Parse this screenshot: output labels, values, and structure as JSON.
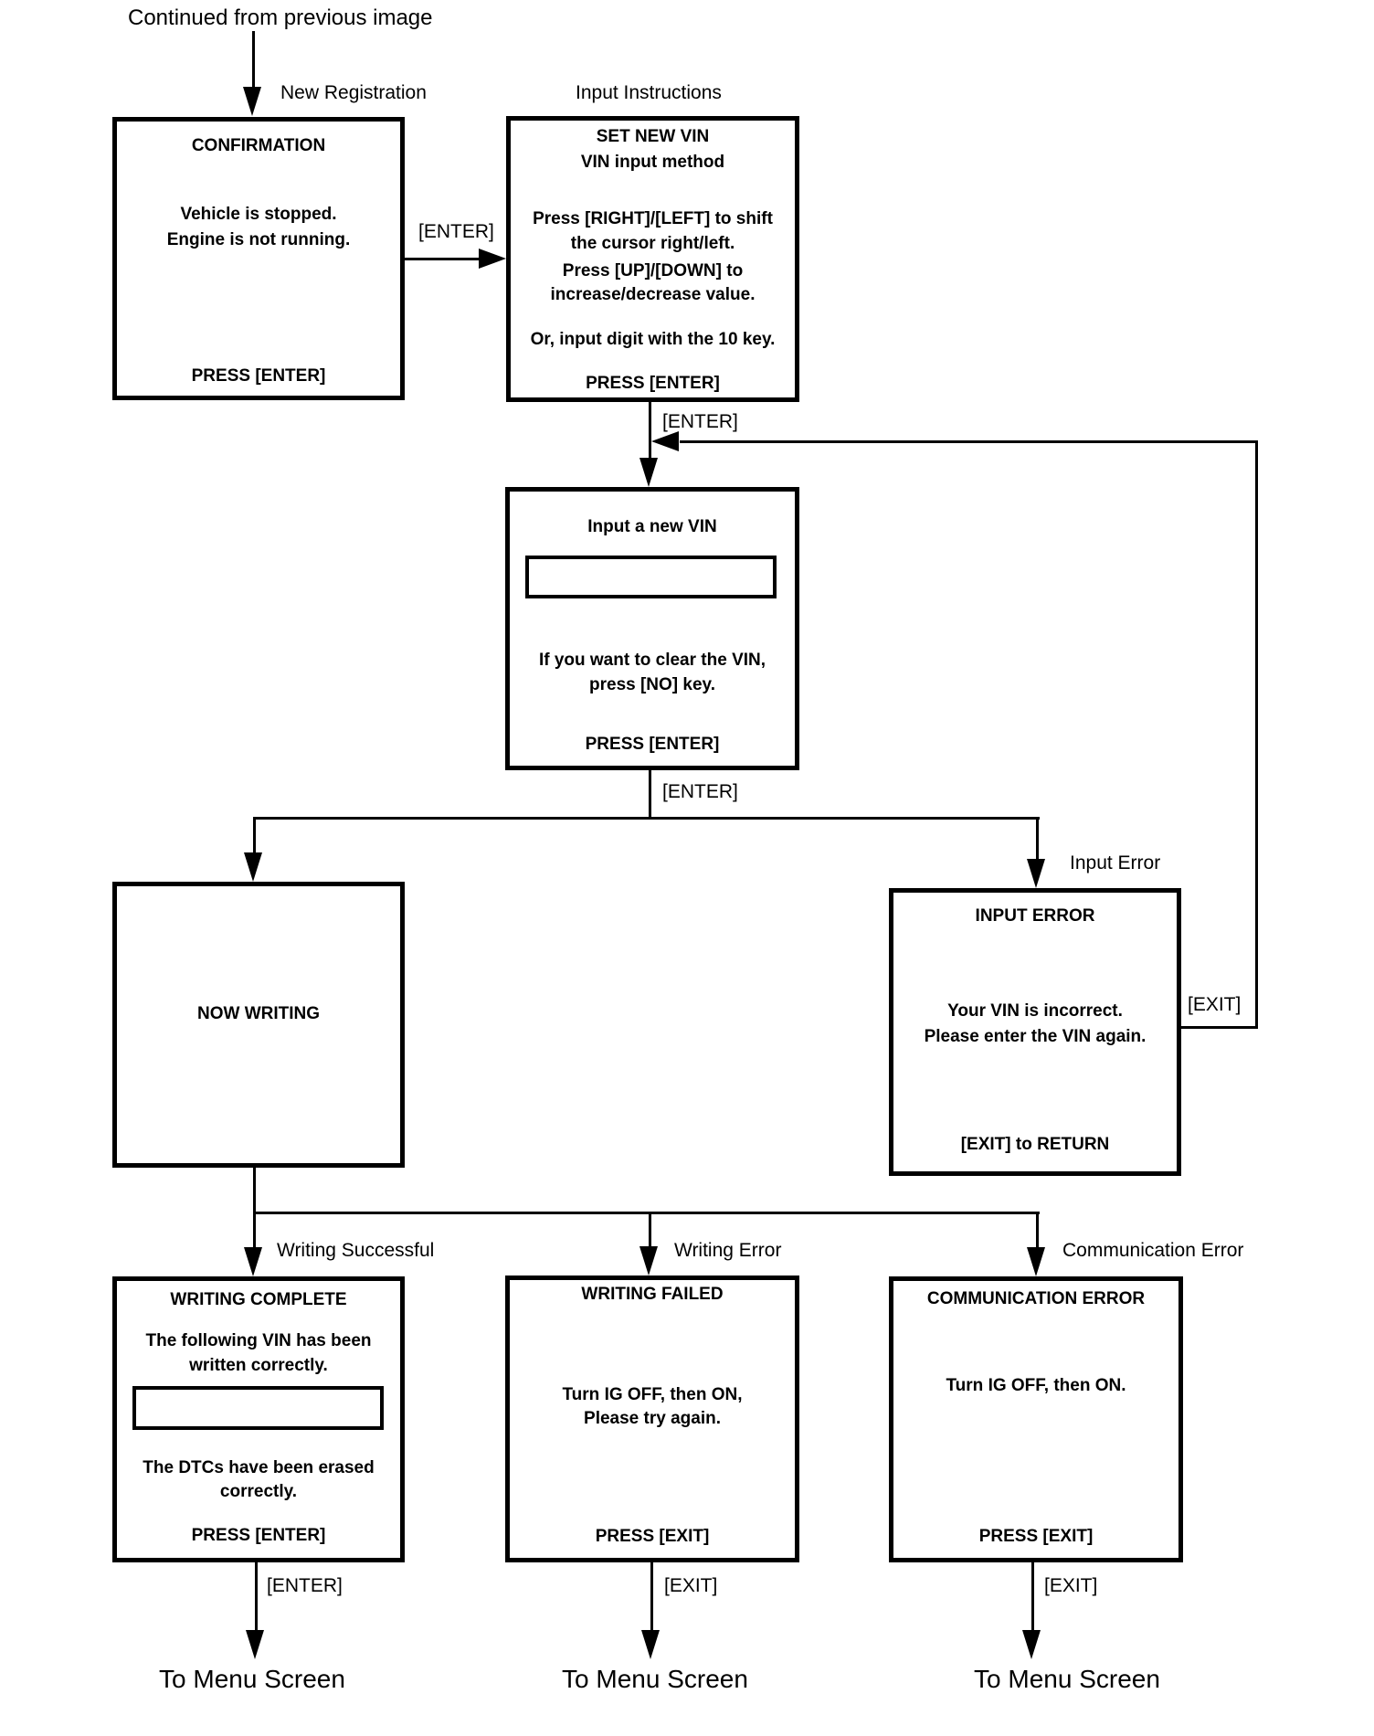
{
  "note": "Continued from previous image",
  "labels": {
    "new_registration": "New Registration",
    "input_instructions": "Input Instructions",
    "input_error": "Input Error",
    "writing_successful": "Writing Successful",
    "writing_error": "Writing Error",
    "communication_error": "Communication Error",
    "enter": "[ENTER]",
    "exit": "[EXIT]",
    "to_menu": "To Menu Screen"
  },
  "boxes": {
    "confirmation": {
      "title": "CONFIRMATION",
      "line1": "Vehicle is stopped.",
      "line2": "Engine is not running.",
      "footer": "PRESS [ENTER]"
    },
    "set_new_vin": {
      "title": "SET NEW VIN",
      "subtitle": "VIN input method",
      "line1": "Press [RIGHT]/[LEFT] to shift",
      "line2": "the cursor right/left.",
      "line3": "Press [UP]/[DOWN] to",
      "line4": "increase/decrease value.",
      "line5": "Or, input digit with the 10 key.",
      "footer": "PRESS [ENTER]"
    },
    "input_new_vin": {
      "title": "Input a new VIN",
      "field_value": "",
      "line1": "If you want to clear the VIN,",
      "line2": "press [NO] key.",
      "footer": "PRESS [ENTER]"
    },
    "now_writing": {
      "title": "NOW WRITING"
    },
    "input_error": {
      "title": "INPUT ERROR",
      "line1": "Your VIN is incorrect.",
      "line2": "Please enter the VIN again.",
      "footer": "[EXIT] to RETURN"
    },
    "writing_complete": {
      "title": "WRITING COMPLETE",
      "line1": "The following VIN has been",
      "line2": "written correctly.",
      "field_value": "",
      "line3": "The DTCs have been erased",
      "line4": "correctly.",
      "footer": "PRESS [ENTER]"
    },
    "writing_failed": {
      "title": "WRITING FAILED",
      "line1": "Turn IG OFF, then ON,",
      "line2": "Please try again.",
      "footer": "PRESS [EXIT]"
    },
    "communication_error": {
      "title": "COMMUNICATION ERROR",
      "line1": "Turn IG OFF, then ON.",
      "footer": "PRESS [EXIT]"
    }
  },
  "colors": {
    "line": "#000000",
    "background": "#ffffff",
    "text": "#000000"
  }
}
